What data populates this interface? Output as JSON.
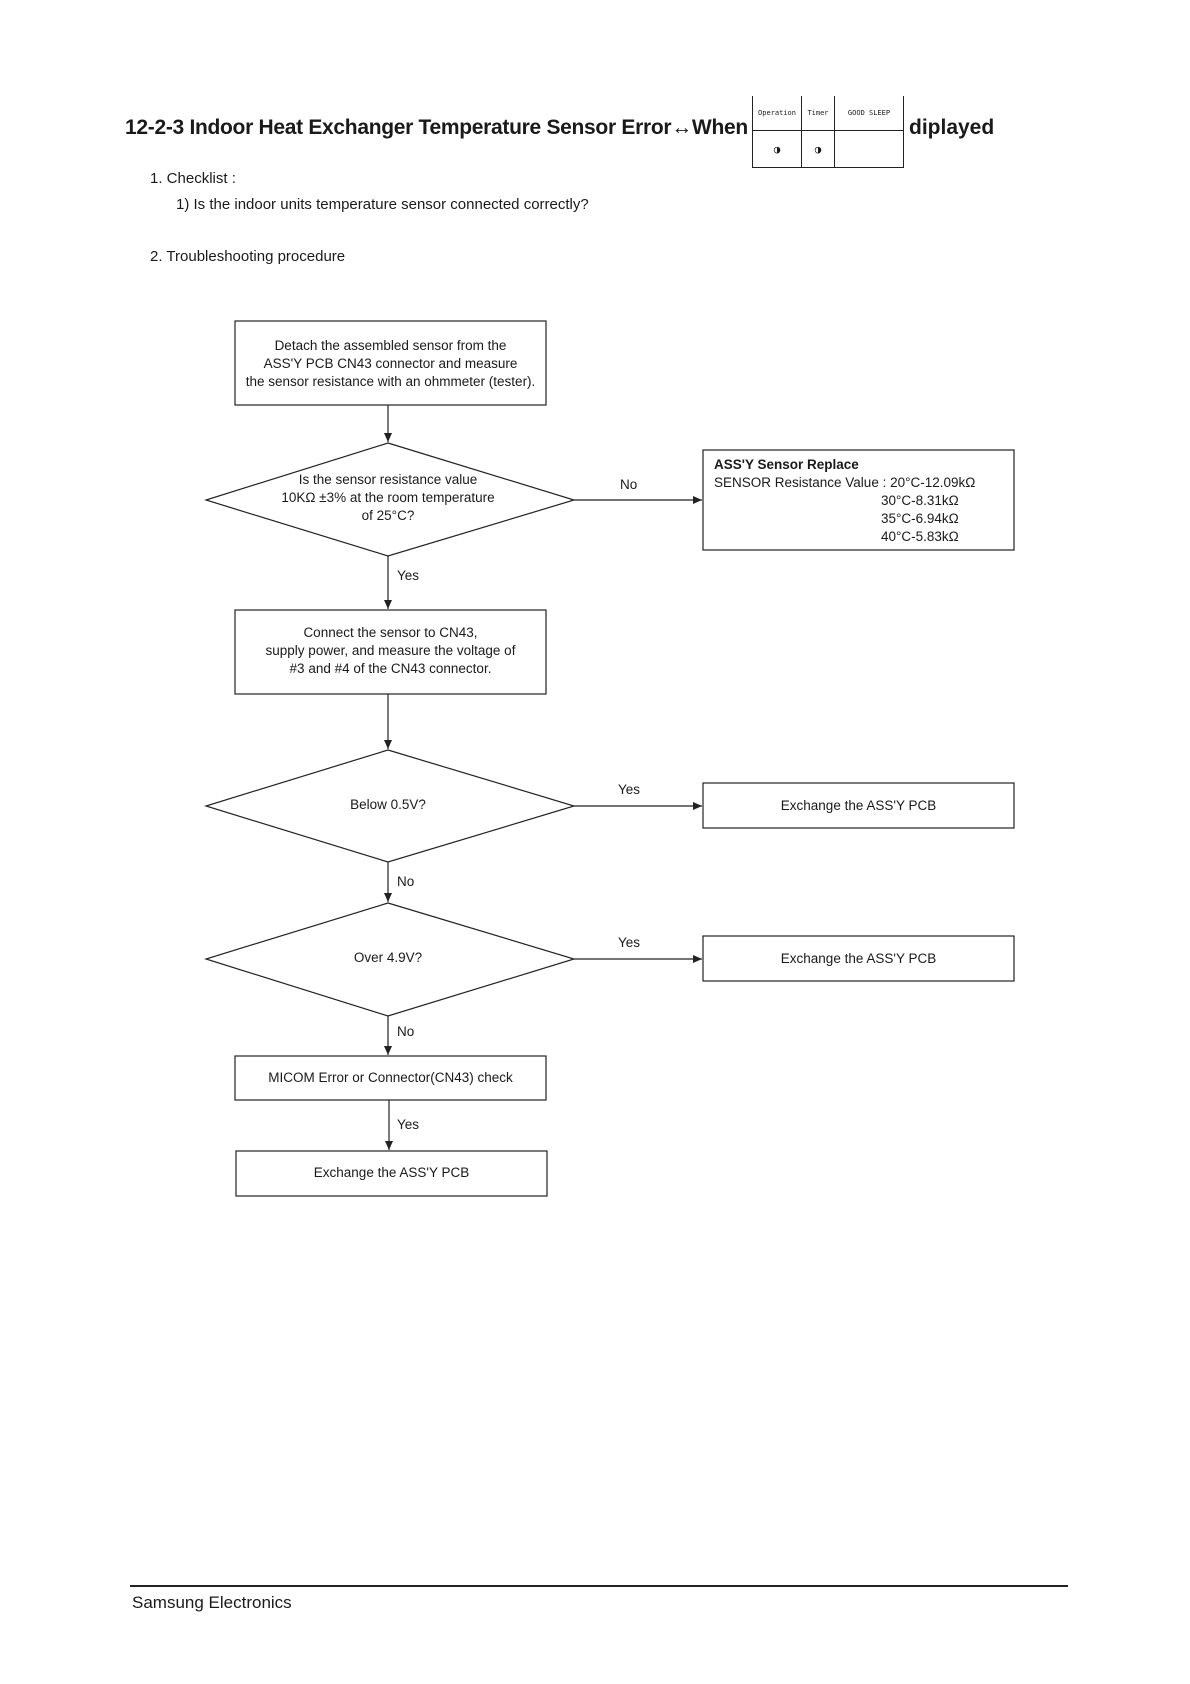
{
  "heading": {
    "title": "12-2-3 Indoor Heat Exchanger Temperature Sensor Error↔When",
    "suffix": "diplayed"
  },
  "led_table": {
    "headers": [
      "Operation",
      "Timer",
      "GOOD SLEEP"
    ],
    "values": [
      "◑",
      "◑",
      ""
    ]
  },
  "checklist": {
    "label": "1.   Checklist :",
    "item1": "1) Is the indoor units temperature sensor connected correctly?"
  },
  "procedure": {
    "label": "2.   Troubleshooting procedure"
  },
  "flowchart": {
    "step1": [
      "Detach the assembled sensor from the",
      "ASS'Y PCB CN43 connector and measure",
      "the sensor resistance with an ohmmeter (tester)."
    ],
    "decision1": [
      "Is the sensor resistance value",
      "10KΩ ±3% at the room temperature",
      "of 25°C?"
    ],
    "no1": "No",
    "sensor_box": {
      "title": "ASS'Y Sensor Replace",
      "line1": "SENSOR Resistance Value : 20°C-12.09kΩ",
      "line2": "30°C-8.31kΩ",
      "line3": "35°C-6.94kΩ",
      "line4": "40°C-5.83kΩ"
    },
    "yes1": "Yes",
    "step2": [
      "Connect the sensor to CN43,",
      "supply power, and measure the voltage of",
      "#3 and #4 of the CN43 connector."
    ],
    "decision2": "Below 0.5V?",
    "yes2": "Yes",
    "action2": "Exchange the ASS'Y PCB",
    "no2": "No",
    "decision3": "Over 4.9V?",
    "yes3": "Yes",
    "action3": "Exchange the ASS'Y PCB",
    "no3": "No",
    "step3": "MICOM Error or Connector(CN43) check",
    "yes4": "Yes",
    "action4": "Exchange the ASS'Y PCB"
  },
  "footer": {
    "company": "Samsung Electronics"
  }
}
